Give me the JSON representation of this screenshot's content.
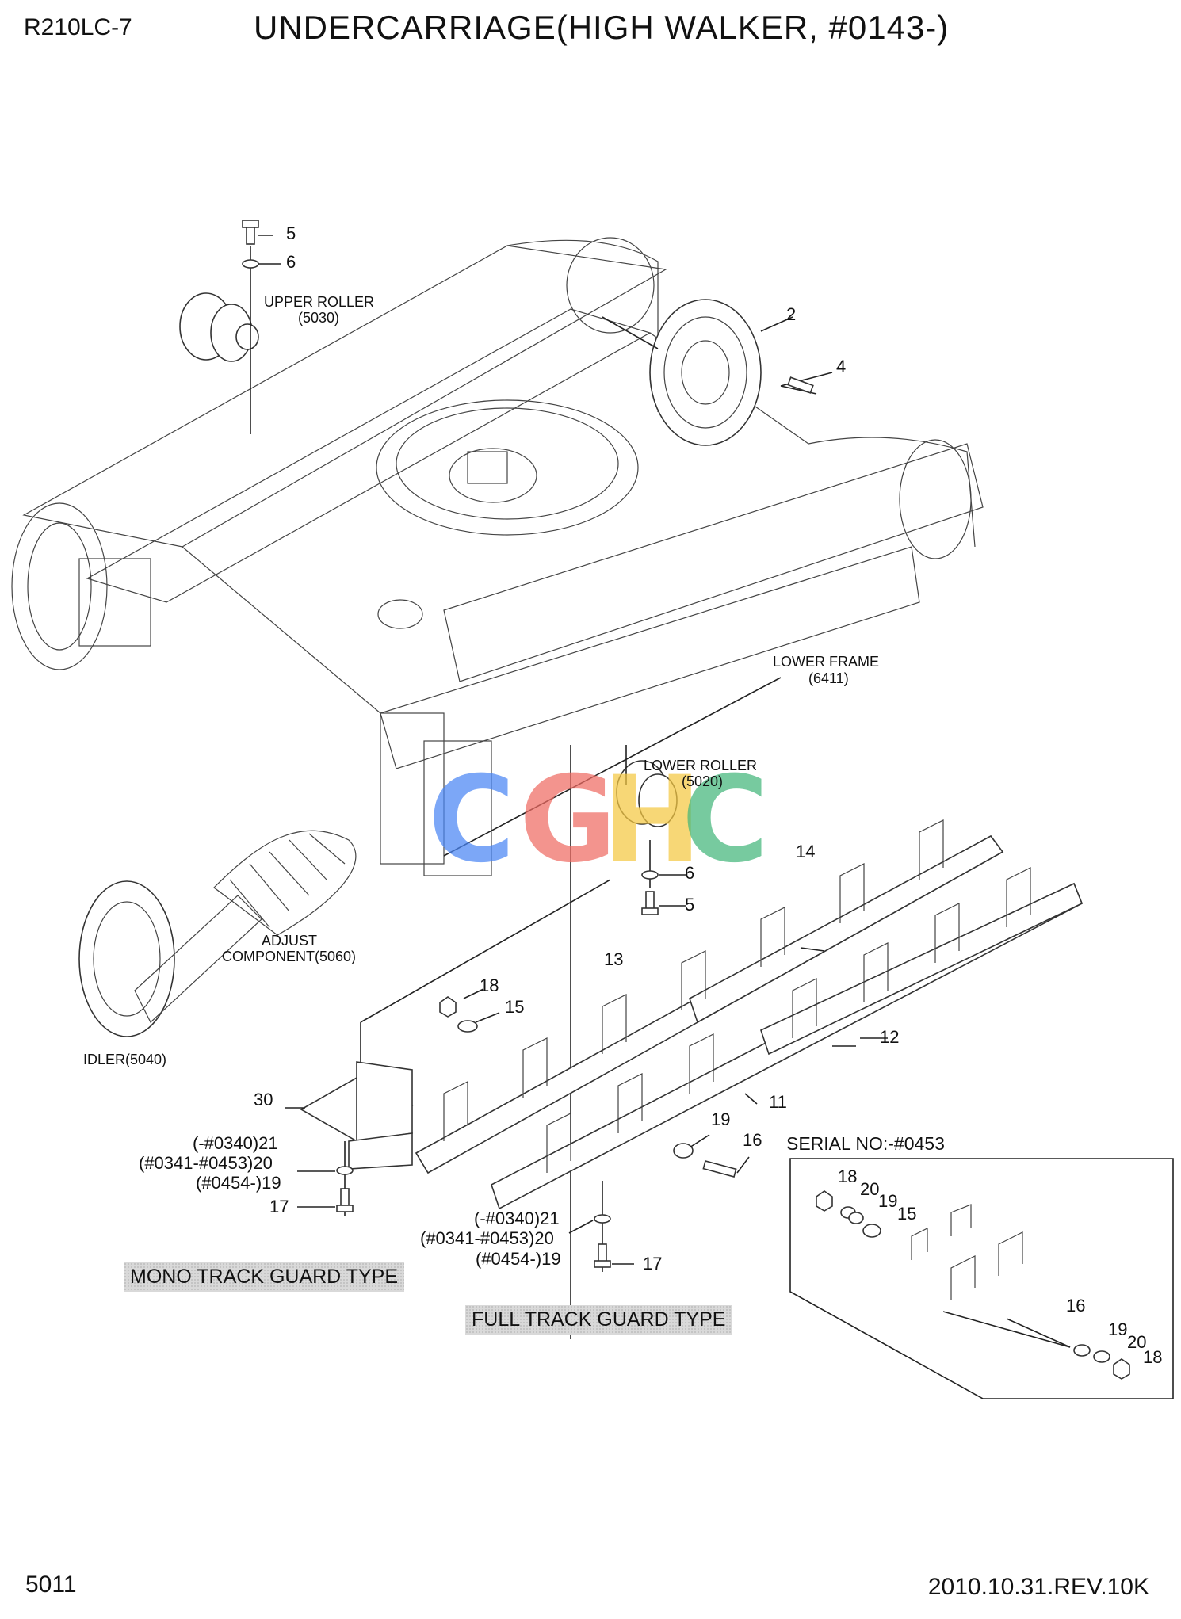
{
  "header": {
    "model": "R210LC-7",
    "title": "UNDERCARRIAGE(HIGH WALKER, #0143-)"
  },
  "footer": {
    "page_number": "5011",
    "revision": "2010.10.31.REV.10K"
  },
  "watermark": {
    "letters": [
      "C",
      "G",
      "H",
      "C"
    ],
    "colors": [
      "#4a86f5",
      "#ef6b63",
      "#f5c842",
      "#44b77b"
    ]
  },
  "labels": {
    "upper_roller": "UPPER ROLLER",
    "upper_roller_code": "(5030)",
    "lower_frame": "LOWER FRAME",
    "lower_frame_code": "(6411)",
    "lower_roller": "LOWER ROLLER",
    "lower_roller_code": "(5020)",
    "adjust": "ADJUST",
    "adjust_component": "COMPONENT(5060)",
    "idler": "IDLER(5040)",
    "serial": "SERIAL NO:-#0453",
    "mono_guard": "MONO TRACK GUARD TYPE",
    "full_guard": "FULL TRACK GUARD TYPE"
  },
  "callouts": {
    "n5_top": "5",
    "n6_top": "6",
    "n2": "2",
    "n4": "4",
    "n6_low": "6",
    "n5_low": "5",
    "n14": "14",
    "n13": "13",
    "n18": "18",
    "n15": "15",
    "n12": "12",
    "n11": "11",
    "n30": "30",
    "n19": "19",
    "n16": "16",
    "n17_mono": "17",
    "n21_mono": "(-#0340)21",
    "n20_mono": "(#0341-#0453)20",
    "n19_mono": "(#0454-)19",
    "n21_full": "(-#0340)21",
    "n20_full": "(#0341-#0453)20",
    "n19_full": "(#0454-)19",
    "n17_full": "17",
    "inset_18a": "18",
    "inset_20a": "20",
    "inset_19a": "19",
    "inset_15": "15",
    "inset_16": "16",
    "inset_19b": "19",
    "inset_20b": "20",
    "inset_18b": "18"
  }
}
